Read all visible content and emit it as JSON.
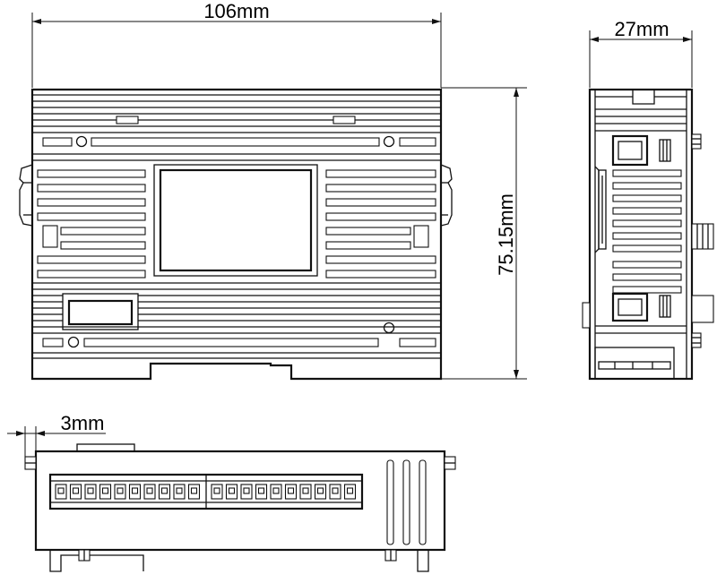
{
  "dimensions": {
    "width_label": "106mm",
    "depth_label": "27mm",
    "height_label": "75.15mm",
    "offset_label": "3mm"
  },
  "colors": {
    "line": "#111111",
    "background": "#ffffff"
  }
}
